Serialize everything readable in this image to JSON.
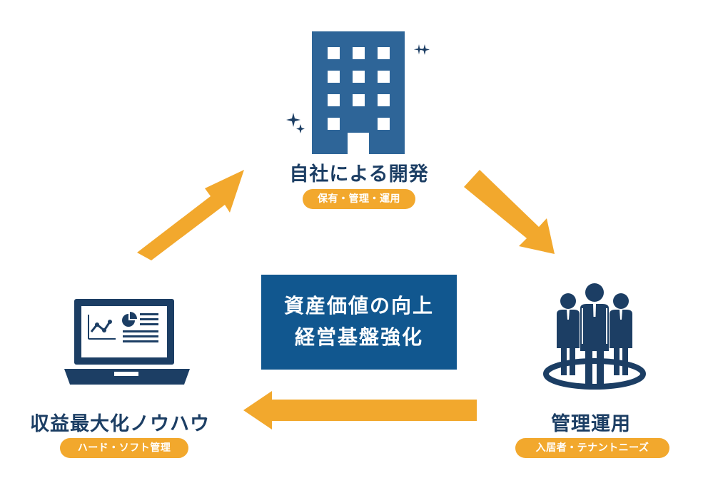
{
  "center": {
    "line1": "資産価値の向上",
    "line2": "経営基盤強化"
  },
  "nodes": {
    "development": {
      "title": "自社による開発",
      "tag": "保有・管理・運用"
    },
    "management": {
      "title": "管理運用",
      "tag": "入居者・テナントニーズ"
    },
    "knowhow": {
      "title": "収益最大化ノウハウ",
      "tag": "ハード・ソフト管理"
    }
  },
  "colors": {
    "navy": "#1c3e64",
    "blue": "#11578f",
    "orange": "#f2a82d"
  },
  "icons": [
    "building-icon",
    "sparkle-icon",
    "business-people-icon",
    "laptop-chart-icon",
    "arrow-icon"
  ]
}
